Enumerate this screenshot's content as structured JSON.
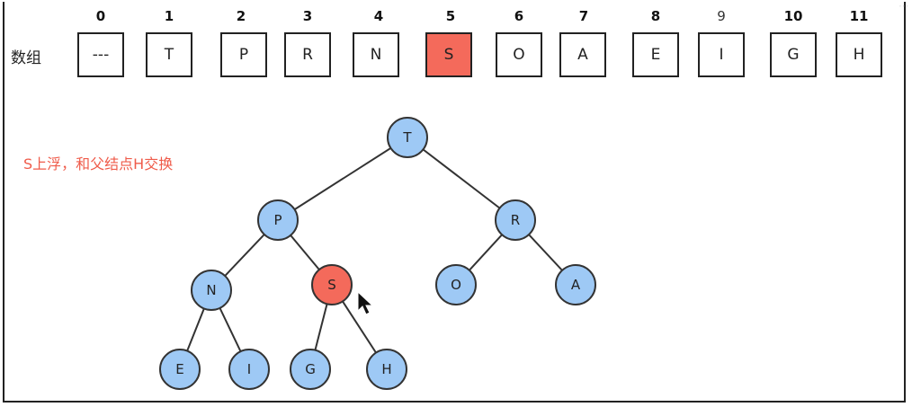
{
  "array": {
    "label": "数组",
    "indices": [
      "0",
      "1",
      "2",
      "3",
      "4",
      "5",
      "6",
      "7",
      "8",
      "9",
      "10",
      "11"
    ],
    "values": [
      "---",
      "T",
      "P",
      "R",
      "N",
      "S",
      "O",
      "A",
      "E",
      "I",
      "G",
      "H"
    ],
    "highlighted_index": 5
  },
  "note": "S上浮，和父结点H交换",
  "tree": {
    "nodes": [
      {
        "id": "n1",
        "label": "T",
        "highlight": false
      },
      {
        "id": "n2",
        "label": "P",
        "highlight": false
      },
      {
        "id": "n3",
        "label": "R",
        "highlight": false
      },
      {
        "id": "n4",
        "label": "N",
        "highlight": false
      },
      {
        "id": "n5",
        "label": "S",
        "highlight": true
      },
      {
        "id": "n6",
        "label": "O",
        "highlight": false
      },
      {
        "id": "n7",
        "label": "A",
        "highlight": false
      },
      {
        "id": "n8",
        "label": "E",
        "highlight": false
      },
      {
        "id": "n9",
        "label": "I",
        "highlight": false
      },
      {
        "id": "n10",
        "label": "G",
        "highlight": false
      },
      {
        "id": "n11",
        "label": "H",
        "highlight": false
      }
    ],
    "edges": [
      [
        "n1",
        "n2"
      ],
      [
        "n1",
        "n3"
      ],
      [
        "n2",
        "n4"
      ],
      [
        "n2",
        "n5"
      ],
      [
        "n3",
        "n6"
      ],
      [
        "n3",
        "n7"
      ],
      [
        "n4",
        "n8"
      ],
      [
        "n4",
        "n9"
      ],
      [
        "n5",
        "n10"
      ],
      [
        "n5",
        "n11"
      ]
    ]
  },
  "colors": {
    "node_fill": "#9ec9f5",
    "node_highlight": "#f46a5b",
    "note_text": "#ef5b4a"
  }
}
